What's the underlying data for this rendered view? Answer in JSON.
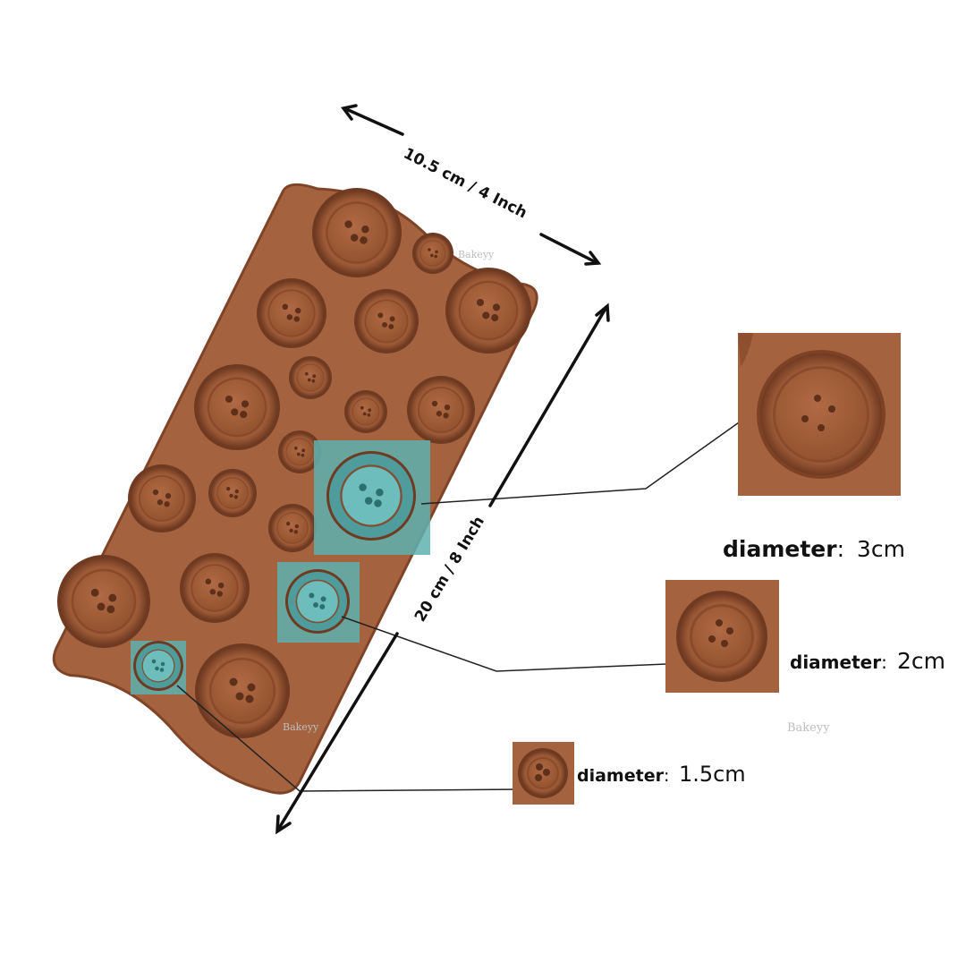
{
  "dimensions": {
    "width_label": "10.5 cm / 4 Inch",
    "height_label": "20 cm / 8 Inch"
  },
  "callouts": [
    {
      "key": "diameter",
      "sep": ":",
      "value": "3cm"
    },
    {
      "key": "diameter",
      "sep": ":",
      "value": "2cm"
    },
    {
      "key": "diameter",
      "sep": ":",
      "value": "1.5cm"
    }
  ],
  "watermark": {
    "brand": "Bakeyy"
  },
  "colors": {
    "mold": "#a4623f",
    "mold_shadow": "#7f4428",
    "cavity": "#9a5a39",
    "highlight": "#5fb1b0",
    "arrow": "#111111"
  }
}
